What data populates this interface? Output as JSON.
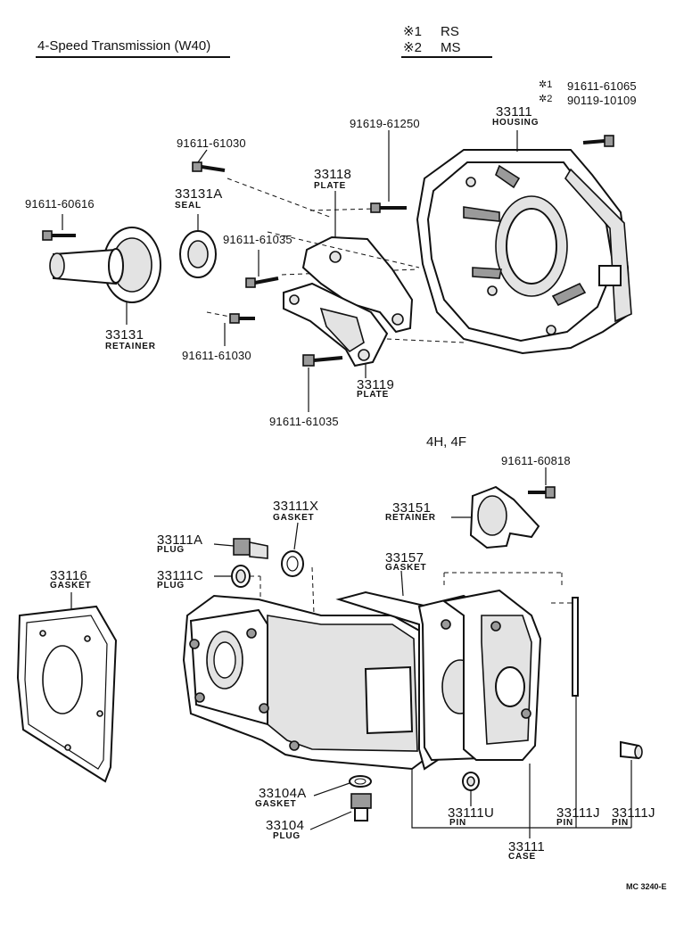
{
  "title": "4-Speed Transmission (W40)",
  "legend_main": [
    {
      "mark": "※1",
      "text": "RS"
    },
    {
      "mark": "※2",
      "text": "MS"
    }
  ],
  "legend_bolts": [
    {
      "mark": "✲1",
      "text": "91611-61065"
    },
    {
      "mark": "✲2",
      "text": "90119-10109"
    }
  ],
  "variant_note": "4H, 4F",
  "labels": {
    "p91611_61030_top": "91611-61030",
    "p91619_61250": "91619-61250",
    "p33111_code": "33111",
    "p33111_name": "HOUSING",
    "p91611_60616": "91611-60616",
    "p33131a_code": "33131A",
    "p33131a_name": "SEAL",
    "p33118_code": "33118",
    "p33118_name": "PLATE",
    "p91611_61035_mid": "91611-61035",
    "p33131_code": "33131",
    "p33131_name": "RETAINER",
    "p91611_61030_bot": "91611-61030",
    "p33119_code": "33119",
    "p33119_name": "PLATE",
    "p91611_61035_bot": "91611-61035",
    "p91611_60818": "91611-60818",
    "p33151_code": "33151",
    "p33151_name": "RETAINER",
    "p33111x_code": "33111X",
    "p33111x_name": "GASKET",
    "p33111a_code": "33111A",
    "p33111a_name": "PLUG",
    "p33157_code": "33157",
    "p33157_name": "GASKET",
    "p33111c_code": "33111C",
    "p33111c_name": "PLUG",
    "p33116_code": "33116",
    "p33116_name": "GASKET",
    "p33104a_code": "33104A",
    "p33104a_name": "GASKET",
    "p33104_code": "33104",
    "p33104_name": "PLUG",
    "p33111u_code": "33111U",
    "p33111u_name": "PIN",
    "p33111j1_code": "33111J",
    "p33111j1_name": "PIN",
    "p33111j2_code": "33111J",
    "p33111j2_name": "PIN",
    "p33111_case_code": "33111",
    "p33111_case_name": "CASE"
  },
  "figure_ref": "MC 3240-E"
}
